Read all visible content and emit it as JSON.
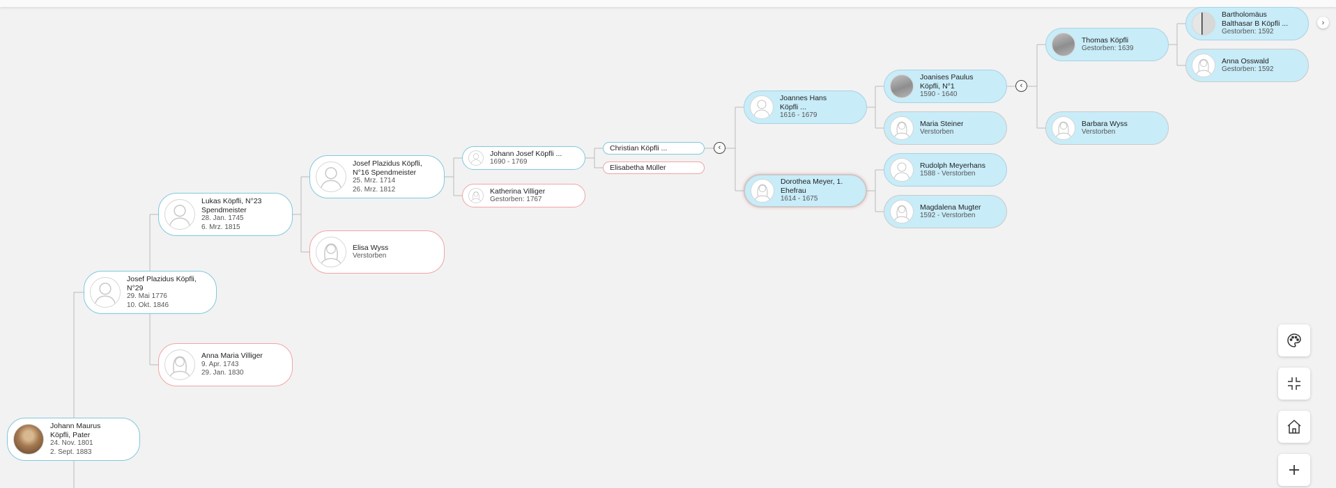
{
  "persons": [
    {
      "id": "p1",
      "name": [
        "Johann Maurus",
        "Köpfli, Pater"
      ],
      "dates": [
        "24. Nov. 1801",
        "2. Sept. 1883"
      ],
      "sex": "m",
      "photo": "portrait"
    },
    {
      "id": "p2",
      "name": [
        "Josef Plazidus Köpfli,",
        "N°29"
      ],
      "dates": [
        "29. Mai 1776",
        "10. Okt. 1846"
      ],
      "sex": "m"
    },
    {
      "id": "p3",
      "name": [
        "Anna Maria Villiger"
      ],
      "dates": [
        "9. Apr. 1743",
        "29. Jan. 1830"
      ],
      "sex": "f"
    },
    {
      "id": "p4",
      "name": [
        "Lukas Köpfli, N°23",
        "Spendmeister"
      ],
      "dates": [
        "28. Jan. 1745",
        "6. Mrz. 1815"
      ],
      "sex": "m"
    },
    {
      "id": "p5",
      "name": [
        "Josef Plazidus Köpfli,",
        "N°16 Spendmeister"
      ],
      "dates": [
        "25. Mrz. 1714",
        "26. Mrz. 1812"
      ],
      "sex": "m"
    },
    {
      "id": "p6",
      "name": [
        "Elisa Wyss"
      ],
      "dates": [
        "Verstorben"
      ],
      "sex": "f"
    },
    {
      "id": "p7",
      "name": [
        "Johann Josef Köpfli ..."
      ],
      "dates": [
        "1690 - 1769"
      ],
      "sex": "m"
    },
    {
      "id": "p8",
      "name": [
        "Katherina Villiger"
      ],
      "dates": [
        "Gestorben: 1767"
      ],
      "sex": "f"
    },
    {
      "id": "p9",
      "name": [
        "Christian Köpfli ..."
      ],
      "dates": [],
      "sex": "m"
    },
    {
      "id": "p10",
      "name": [
        "Elisabetha Müller"
      ],
      "dates": [],
      "sex": "f"
    },
    {
      "id": "p11",
      "name": [
        "Joannes Hans",
        "Köpfli ..."
      ],
      "dates": [
        "1616 - 1679"
      ],
      "sex": "m"
    },
    {
      "id": "p12",
      "name": [
        "Dorothea Meyer, 1.",
        "Ehefrau"
      ],
      "dates": [
        "1614 - 1675"
      ],
      "sex": "f"
    },
    {
      "id": "p13",
      "name": [
        "Joanises Paulus",
        "Köpfli, N°1"
      ],
      "dates": [
        "1590 - 1640"
      ],
      "sex": "m",
      "photo": "gray"
    },
    {
      "id": "p14",
      "name": [
        "Maria Steiner"
      ],
      "dates": [
        "Verstorben"
      ],
      "sex": "f"
    },
    {
      "id": "p15",
      "name": [
        "Rudolph Meyerhans"
      ],
      "dates": [
        "1588 - Verstorben"
      ],
      "sex": "m"
    },
    {
      "id": "p16",
      "name": [
        "Magdalena Mugter"
      ],
      "dates": [
        "1592 - Verstorben"
      ],
      "sex": "f"
    },
    {
      "id": "p17",
      "name": [
        "Thomas Köpfli"
      ],
      "dates": [
        "Gestorben: 1639"
      ],
      "sex": "m",
      "photo": "gray"
    },
    {
      "id": "p18",
      "name": [
        "Barbara Wyss"
      ],
      "dates": [
        "Verstorben"
      ],
      "sex": "f"
    },
    {
      "id": "p19",
      "name": [
        "Bartholomäus",
        "Balthasar B Köpfli ..."
      ],
      "dates": [
        "Gestorben: 1592"
      ],
      "sex": "m",
      "photo": "doc"
    },
    {
      "id": "p20",
      "name": [
        "Anna Osswald"
      ],
      "dates": [
        "Gestorben: 1592"
      ],
      "sex": "f"
    }
  ],
  "controls": {
    "collapse_symbol": "‹",
    "expand_symbol": "›",
    "tools": [
      {
        "name": "palette-icon",
        "label": "Theme"
      },
      {
        "name": "fit-screen-icon",
        "label": "Fit"
      },
      {
        "name": "home-icon",
        "label": "Home"
      },
      {
        "name": "zoom-in-icon",
        "label": "Zoom in"
      }
    ]
  },
  "colors": {
    "background": "#f2f2f2",
    "male_border": "#7fc8dc",
    "female_border": "#f0a4a4",
    "highlight_fill": "#c8ecf8",
    "selected_border": "#ee6d6d",
    "connector": "#b9b9b9"
  }
}
